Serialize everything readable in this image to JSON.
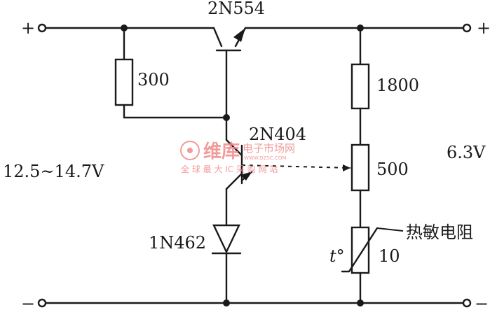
{
  "labels": {
    "transistor_top": "2N554",
    "transistor_mid": "2N404",
    "resistor_left": "300",
    "resistor_upper": "1800",
    "potentiometer": "500",
    "diode": "1N462",
    "thermistor_text": "热敏电阻",
    "thermistor_value": "10",
    "thermistor_symbol": "t°",
    "input_voltage": "12.5~14.7V",
    "output_voltage": "6.3V",
    "input_plus": "+",
    "input_minus": "−",
    "output_plus": "+",
    "output_minus": "−"
  },
  "watermark": {
    "brand": "维库",
    "sub": "电子市场网",
    "slogan": "全 球 最 大 IC 采 购 网 站",
    "site": "WWW.DZSC.COM",
    "color": "#f08a8a"
  }
}
